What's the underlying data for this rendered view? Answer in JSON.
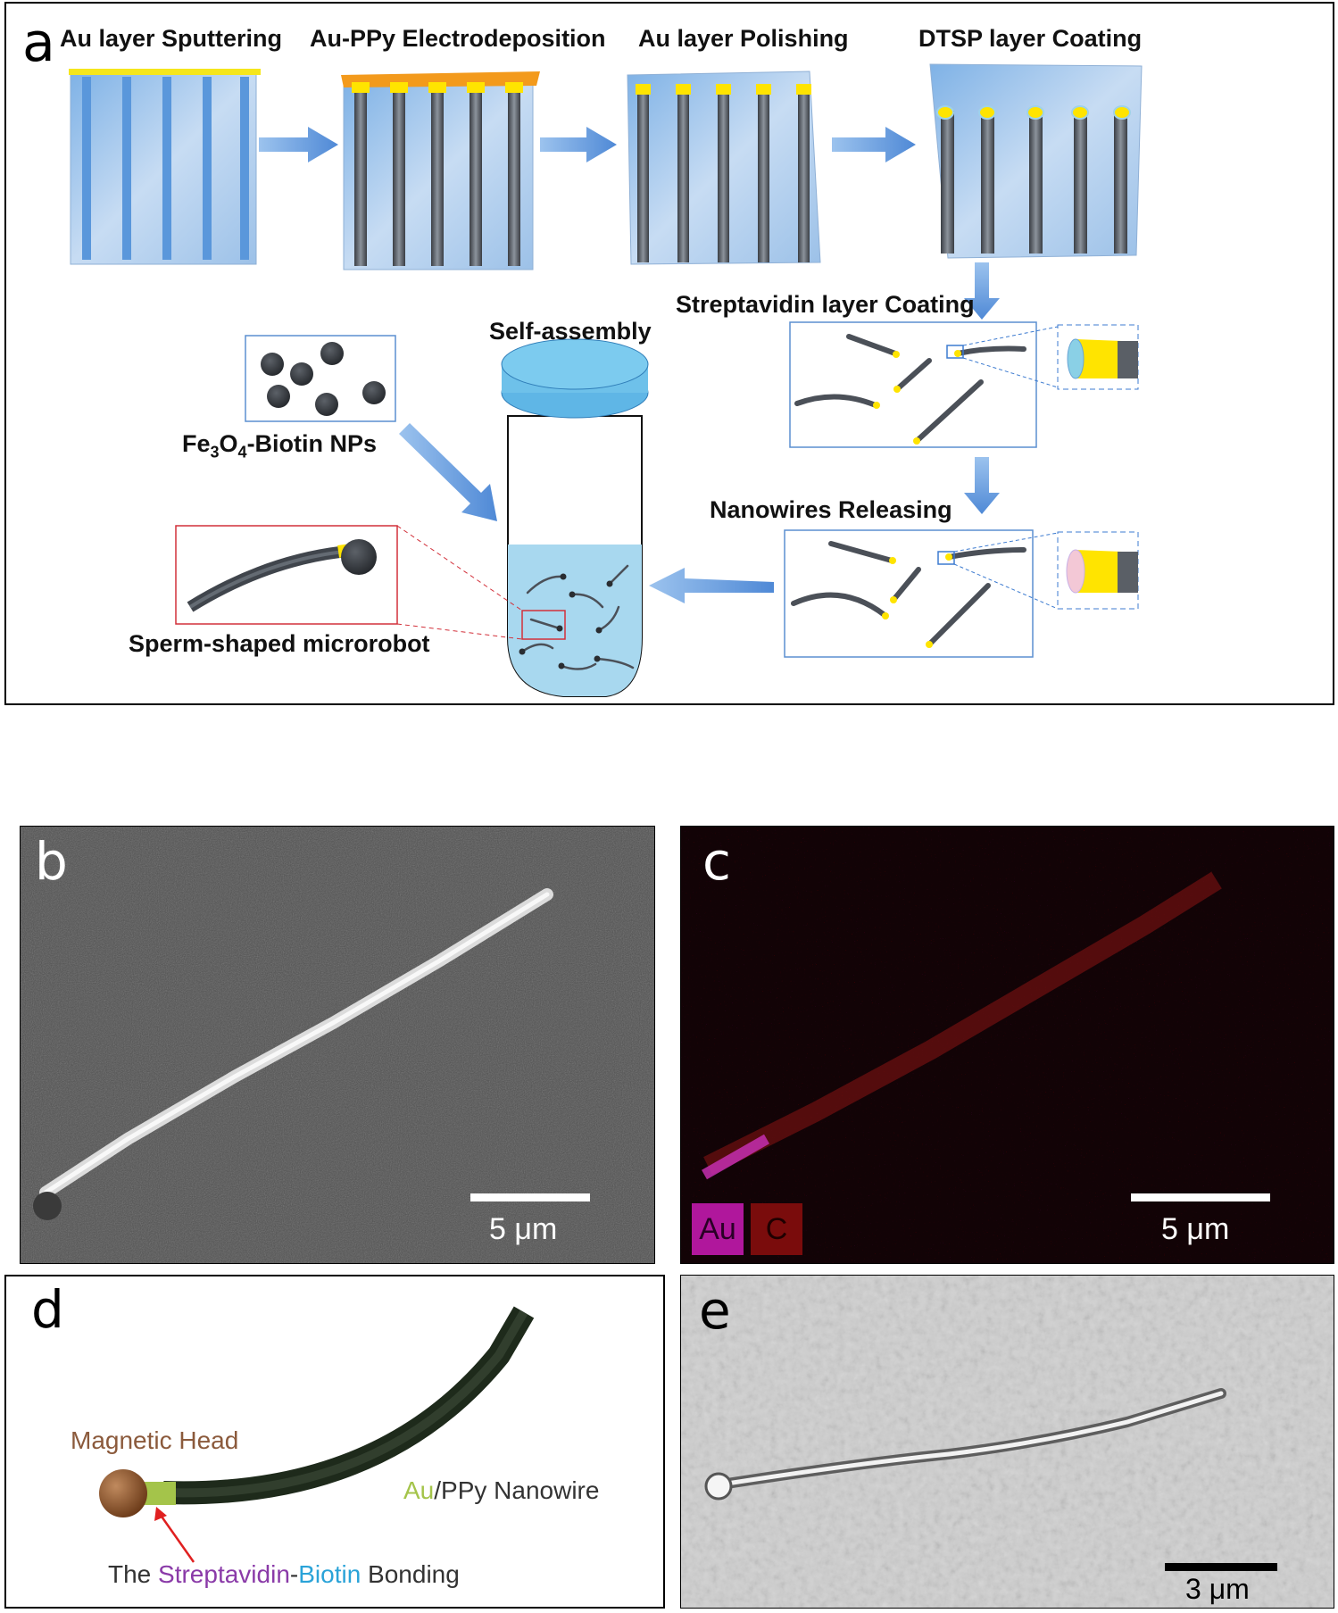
{
  "panel_a": {
    "label": "a",
    "steps": [
      "Au layer Sputtering",
      "Au-PPy Electrodeposition",
      "Au layer Polishing",
      "DTSP layer Coating"
    ],
    "streptavidin": "Streptavidin layer Coating",
    "releasing": "Nanowires Releasing",
    "self_assembly": "Self-assembly",
    "nps_prefix": "Fe",
    "nps_sub1": "3",
    "nps_mid": "O",
    "nps_sub2": "4",
    "nps_suffix": "-Biotin NPs",
    "microrobot": "Sperm-shaped microrobot"
  },
  "panel_b": {
    "label": "b",
    "scale": "5 μm"
  },
  "panel_c": {
    "label": "c",
    "scale": "5 μm",
    "legend": [
      "Au",
      "C"
    ],
    "colors": {
      "au": "#b0179c",
      "c": "#7a0c0c"
    }
  },
  "panel_d": {
    "label": "d",
    "magnetic_head": "Magnetic Head",
    "nanowire_au": "Au",
    "nanowire_rest": "/PPy Nanowire",
    "bond_the": "The ",
    "bond_strep": "Streptavidin",
    "bond_dash": "-",
    "bond_biotin": "Biotin",
    "bond_rest": " Bonding"
  },
  "panel_e": {
    "label": "e",
    "scale": "3 μm"
  }
}
